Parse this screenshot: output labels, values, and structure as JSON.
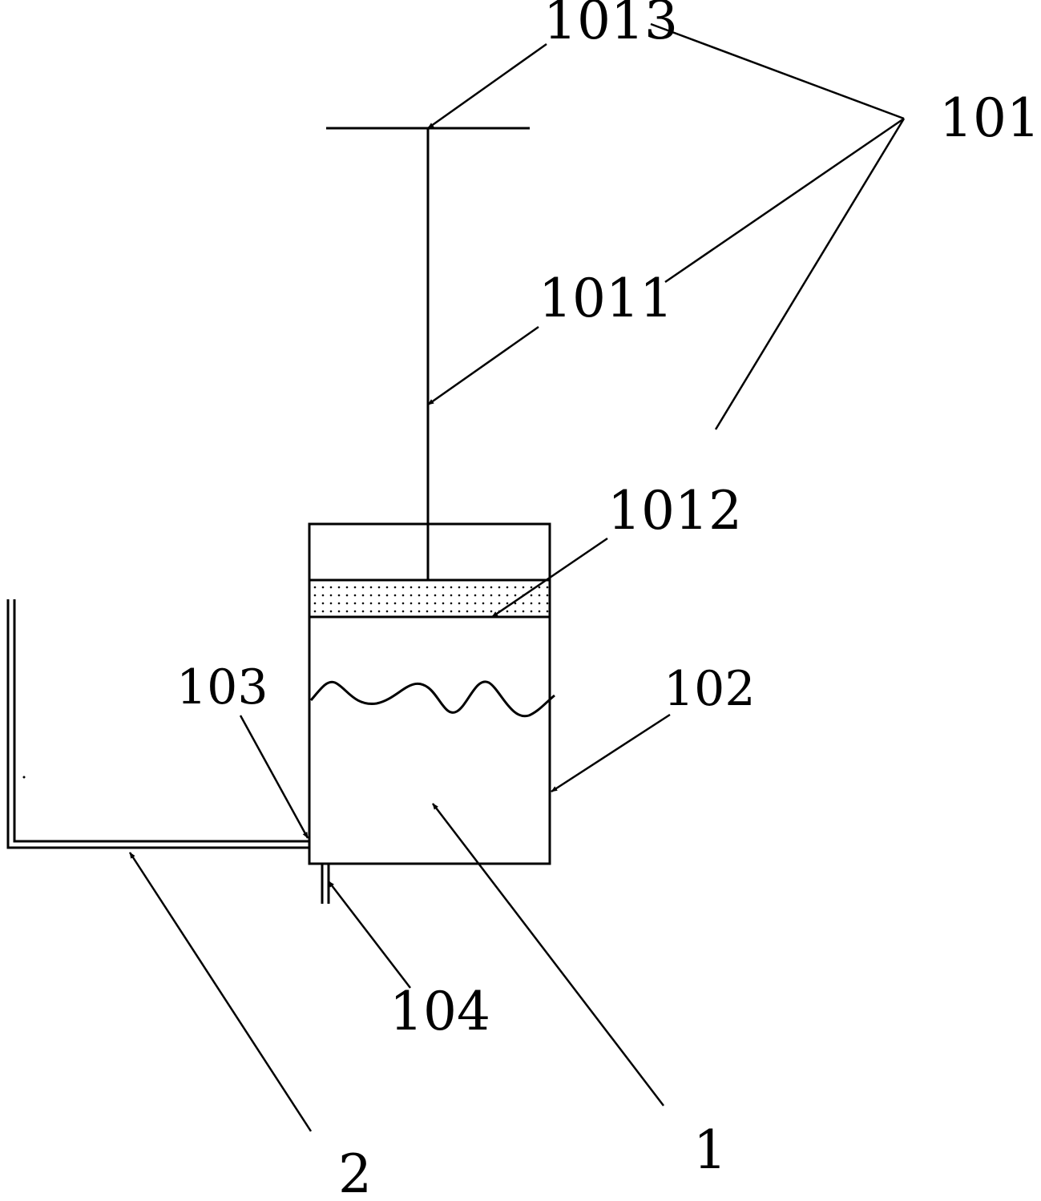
{
  "labels": {
    "l1013": "1013",
    "l101": "101",
    "l1011": "1011",
    "l1012": "1012",
    "l103": "103",
    "l102": "102",
    "l104": "104",
    "l1": "1",
    "l2": "2"
  },
  "colors": {
    "ink": "#000000",
    "background": "#ffffff"
  }
}
